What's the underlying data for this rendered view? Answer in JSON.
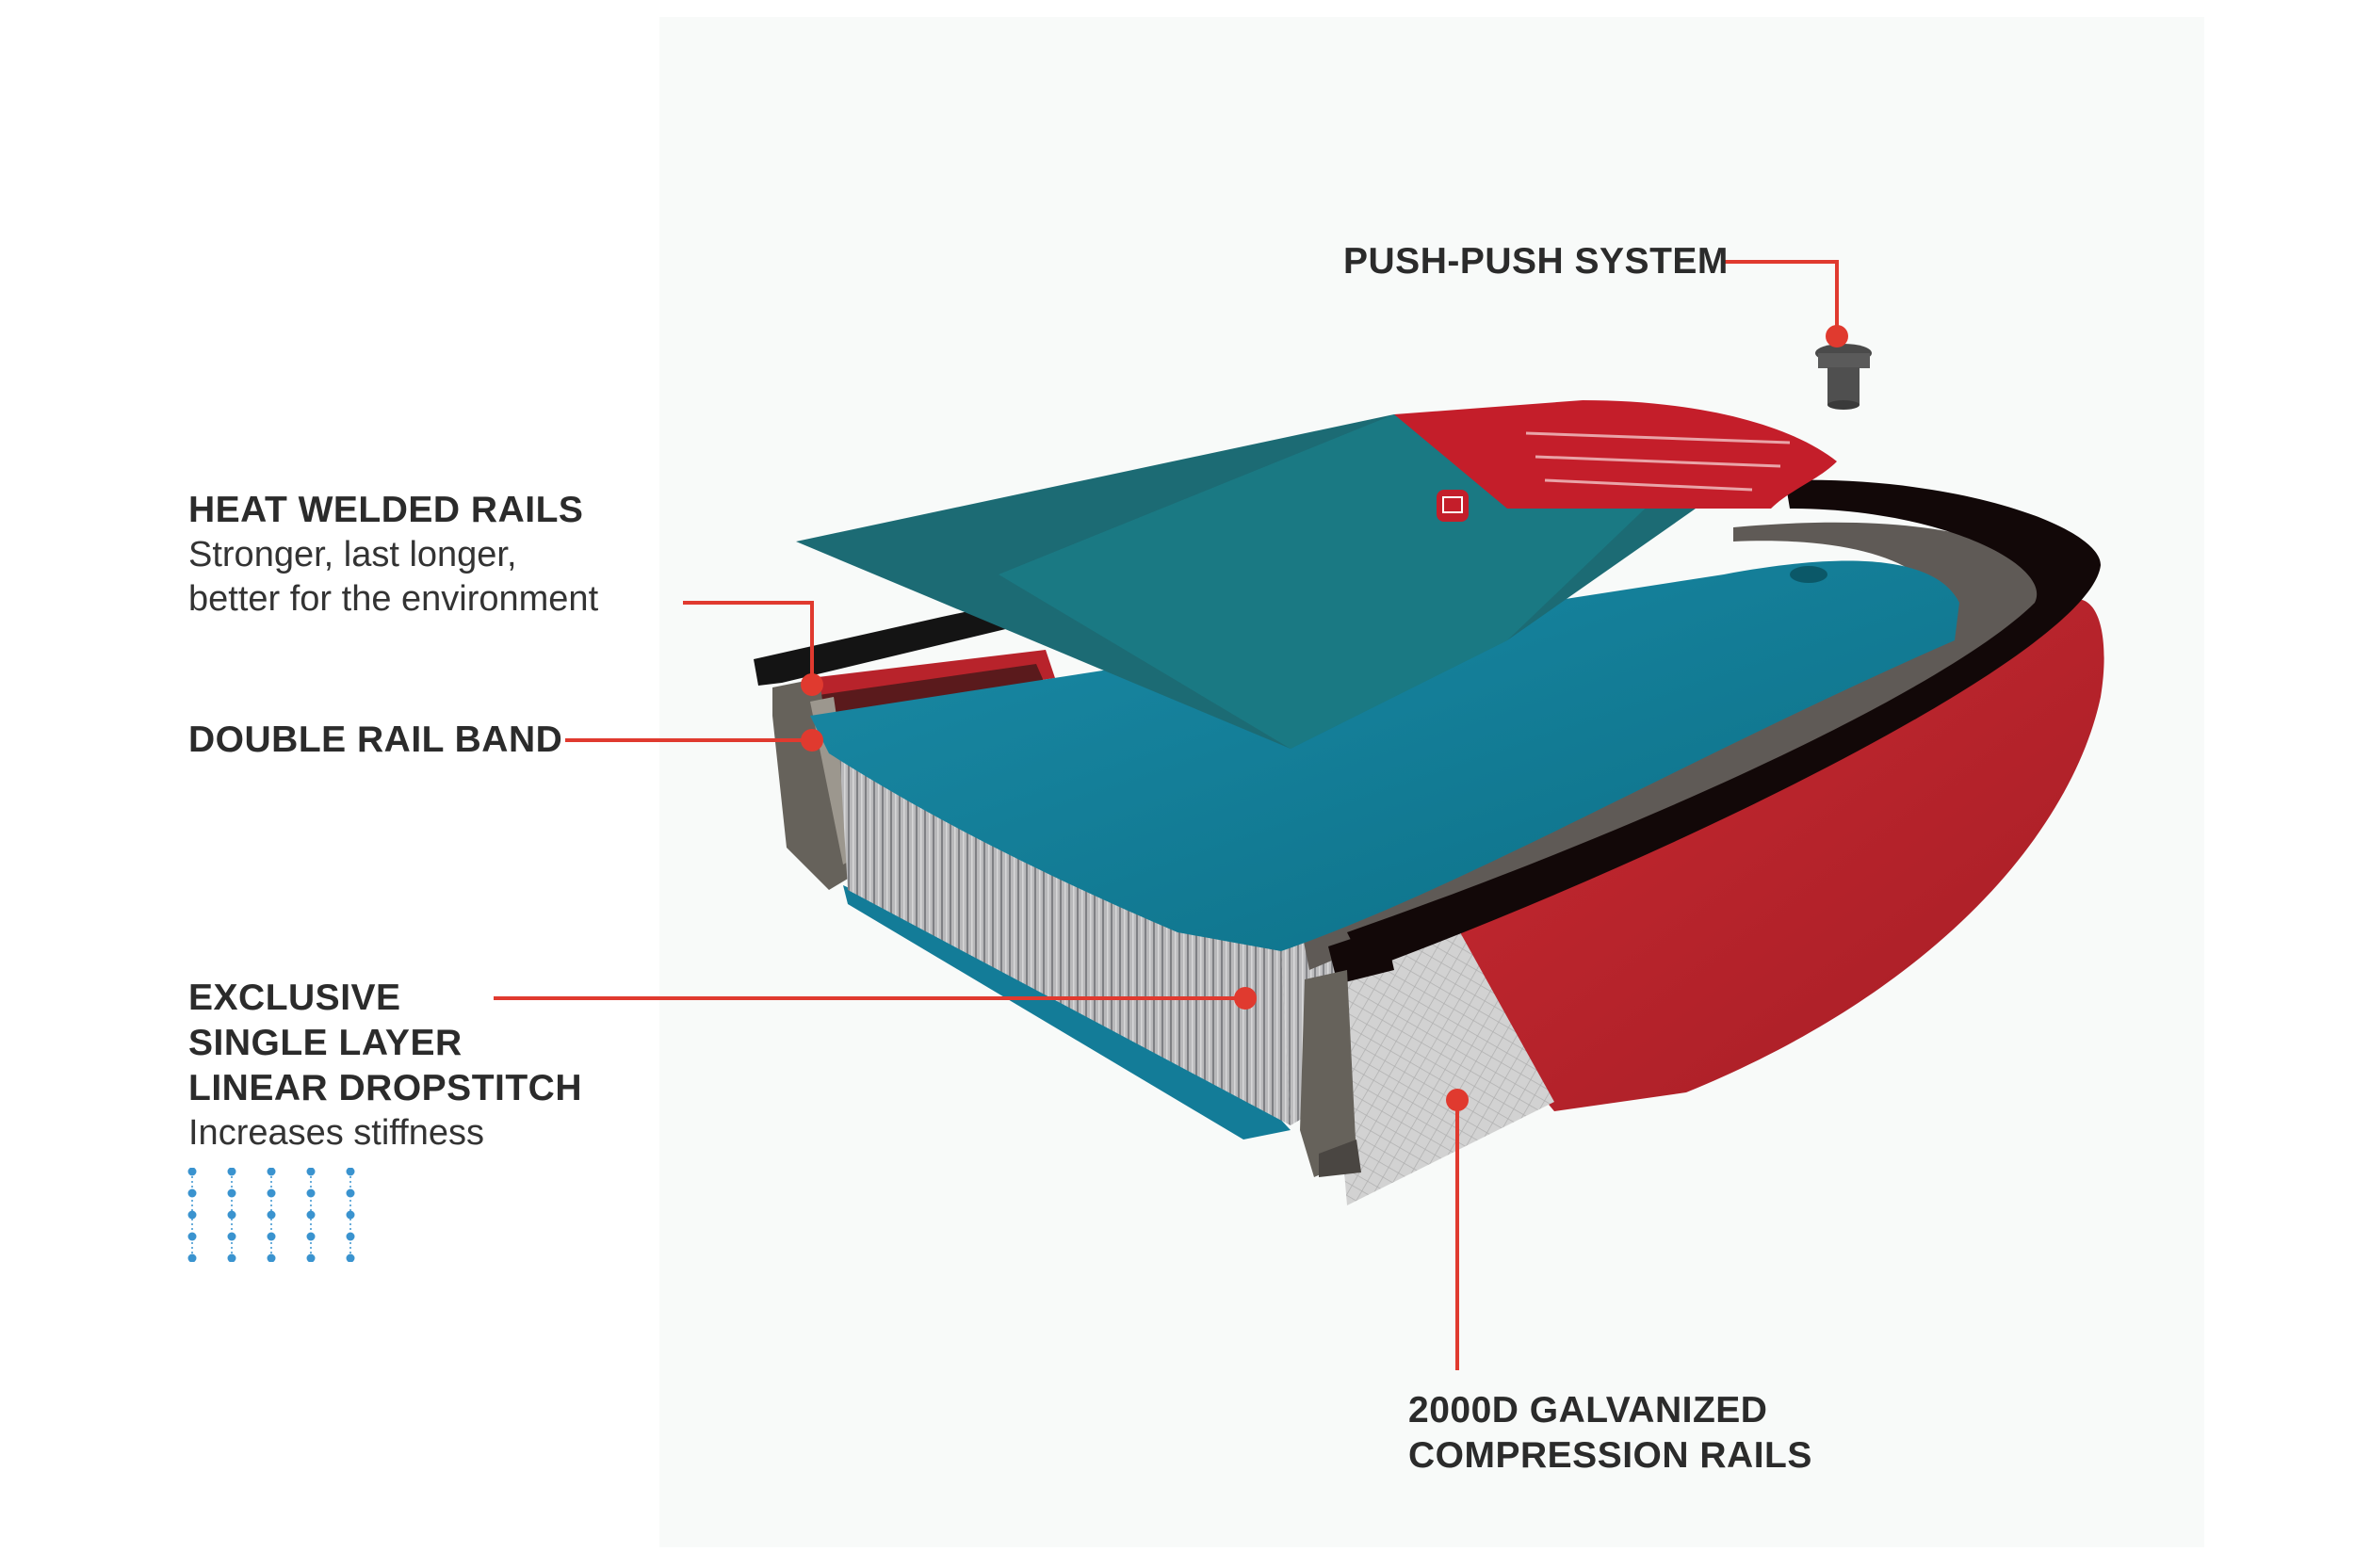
{
  "labels": {
    "push_push": {
      "title": "PUSH-PUSH SYSTEM"
    },
    "heat_welded": {
      "title": "HEAT WELDED RAILS",
      "sub_lines": [
        "Stronger, last longer,",
        "better for the environment"
      ]
    },
    "double_rail": {
      "title": "DOUBLE RAIL BAND"
    },
    "dropstitch": {
      "title_lines": [
        "EXCLUSIVE",
        "SINGLE LAYER",
        "LINEAR DROPSTITCH"
      ],
      "sub": "Increases stiffness"
    },
    "galvanized": {
      "title_lines": [
        "2000D GALVANIZED",
        "COMPRESSION RAILS"
      ]
    }
  },
  "colors": {
    "callout_red": "#e03a2f",
    "deck_teal": "#0f7f96",
    "top_pad_teal": "#1c6b74",
    "rail_red": "#b8232b",
    "dot_blue": "#3a93cf",
    "text": "#2b2b2b"
  },
  "icons": {
    "valve": "push-push-valve-icon",
    "logo": "brand-logo-icon"
  }
}
